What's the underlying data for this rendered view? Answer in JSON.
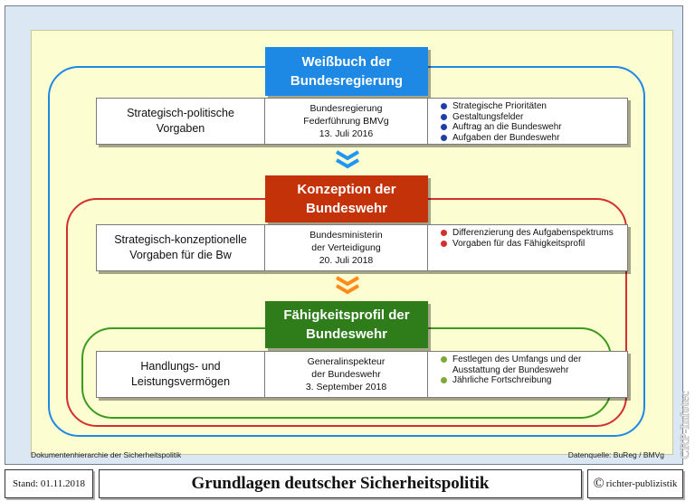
{
  "levels": [
    {
      "title_line1": "Weißbuch der",
      "title_line2": "Bundesregierung",
      "color": "#1e88e5",
      "bullet_color": "#1f3fa8",
      "left_line1": "Strategisch-politische",
      "left_line2": "Vorgaben",
      "mid_line1": "Bundesregierung",
      "mid_line2": "Federführung BMVg",
      "mid_line3": "13. Juli 2016",
      "bullets": [
        "Strategische Prioritäten",
        "Gestaltungsfelder",
        "Auftrag an die Bundeswehr",
        "Aufgaben der Bundeswehr"
      ]
    },
    {
      "title_line1": "Konzeption der",
      "title_line2": "Bundeswehr",
      "color": "#c4320a",
      "bullet_color": "#d32f2f",
      "left_line1": "Strategisch-konzeptionelle",
      "left_line2": "Vorgaben für die Bw",
      "mid_line1": "Bundesministerin",
      "mid_line2": "der Verteidigung",
      "mid_line3": "20. Juli 2018",
      "bullets": [
        "Differenzierung des Aufgabenspektrums",
        "Vorgaben für das Fähigkeitsprofil"
      ]
    },
    {
      "title_line1": "Fähigkeitsprofil der",
      "title_line2": "Bundeswehr",
      "color": "#2e7d1a",
      "bullet_color": "#7fa83a",
      "left_line1": "Handlungs- und",
      "left_line2": "Leistungsvermögen",
      "mid_line1": "Generalinspekteur",
      "mid_line2": "der Bundeswehr",
      "mid_line3": "3. September 2018",
      "bullets": [
        "Festlegen des Umfangs und der Ausstattung der Bundeswehr",
        "Jährliche Fortschreibung"
      ]
    }
  ],
  "footer": {
    "left": "Dokumentenhierarchie der Sicherheitspolitik",
    "right": "Datenquelle: BuReg / BMVg"
  },
  "bottom_bar": {
    "stand": "Stand: 01.11.2018",
    "title": "Grundlagen deutscher Sicherheitspolitik",
    "copyright": "richter-publizistik",
    "copyright_symbol": "©"
  },
  "watermark": "CRP-Infotec",
  "colors": {
    "blue": "#1e88e5",
    "red": "#c4320a",
    "green": "#2e7d1a",
    "chevron_blue": "#2196f3",
    "chevron_orange": "#ff8c1a"
  }
}
